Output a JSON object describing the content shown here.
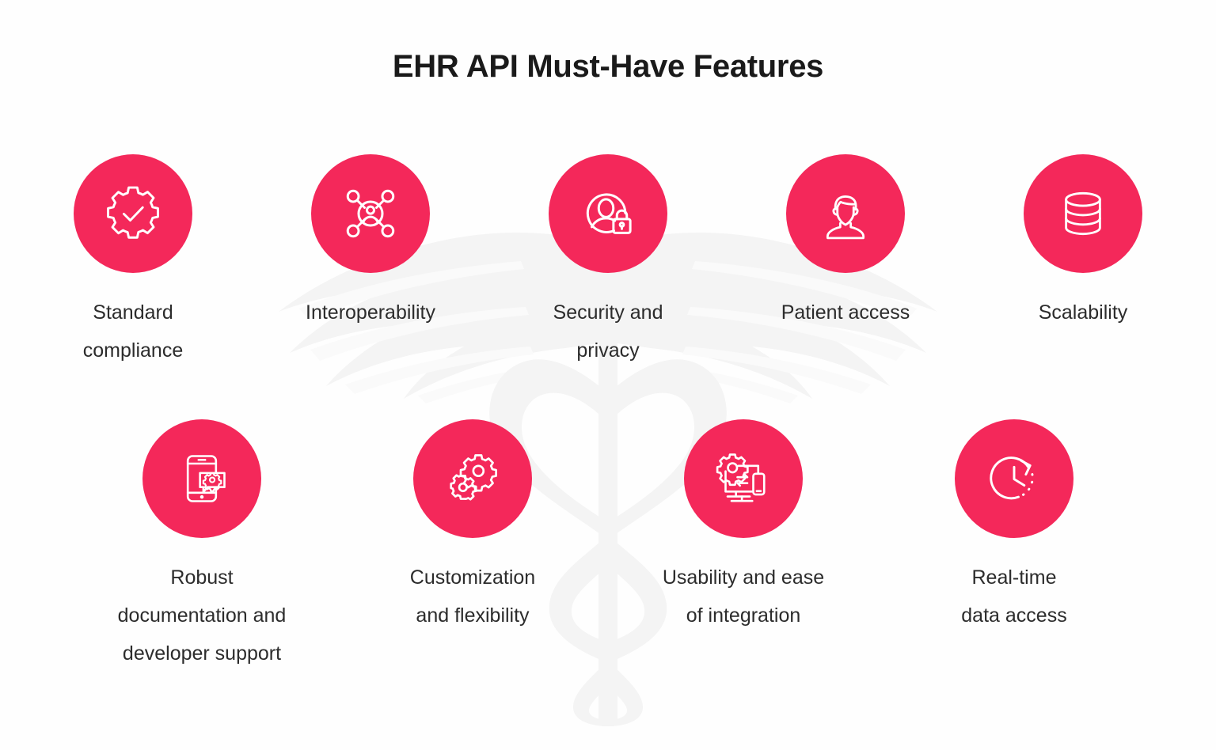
{
  "page": {
    "title": "EHR API Must-Have Features",
    "background_color": "#fefefe",
    "accent_color": "#f4285a",
    "text_color": "#2c2c2c",
    "title_color": "#1a1a1a",
    "watermark_color": "#f5f5f5",
    "watermark_name": "caduceus-medical-symbol"
  },
  "rows": [
    {
      "features": [
        {
          "label": "Standard\ncompliance",
          "icon": "gear-check-icon"
        },
        {
          "label": "Interoperability",
          "icon": "network-person-nodes-icon"
        },
        {
          "label": "Security and\nprivacy",
          "icon": "person-lock-icon"
        },
        {
          "label": "Patient access",
          "icon": "person-avatar-icon"
        },
        {
          "label": "Scalability",
          "icon": "database-stack-icon"
        }
      ]
    },
    {
      "features": [
        {
          "label": "Robust\ndocumentation and\ndeveloper support",
          "icon": "mobile-chat-gear-icon"
        },
        {
          "label": "Customization\nand flexibility",
          "icon": "two-gears-icon"
        },
        {
          "label": "Usability and ease\nof integration",
          "icon": "monitor-gear-sync-mobile-icon"
        },
        {
          "label": "Real-time\ndata access",
          "icon": "clock-refresh-icon"
        }
      ]
    }
  ]
}
